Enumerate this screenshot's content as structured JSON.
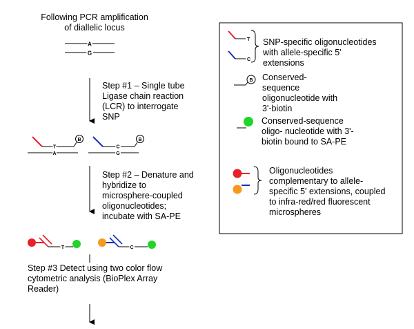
{
  "intro": "Following PCR amplification\nof diallelic locus",
  "allele_a": "A",
  "allele_g": "G",
  "allele_t": "T",
  "allele_c": "C",
  "biotin_mark": "B",
  "step1": "Step #1 – Single tube\nLigase chain reaction\n(LCR) to interrogate\nSNP",
  "step2": "Step #2 – Denature and\nhybridize to\nmicrosphere-coupled\noligonucleotides;\nincubate with SA-PE",
  "step3": "Step #3  Detect using two color flow\ncytometric analysis (BioPlex Array\nReader)",
  "legend": {
    "snp_oligos": "SNP-specific oligonucleotides\nwith allele-specific 5'\nextensions",
    "conserved_biotin": "Conserved-\nsequence\noligonucleotide with\n3'-biotin",
    "conserved_sape": "Conserved-sequence\noligo- nucleotide with 3'-\nbiotin bound to SA-PE",
    "microspheres": "Oligonucleotides\ncomplementary to allele-\nspecific 5' extensions, coupled\nto infra-red/red fluorescent\nmicrospheres"
  },
  "colors": {
    "red": "#e8202a",
    "blue": "#1a2fb8",
    "green": "#22d42a",
    "orange": "#f59a1c",
    "ink": "#000000"
  }
}
